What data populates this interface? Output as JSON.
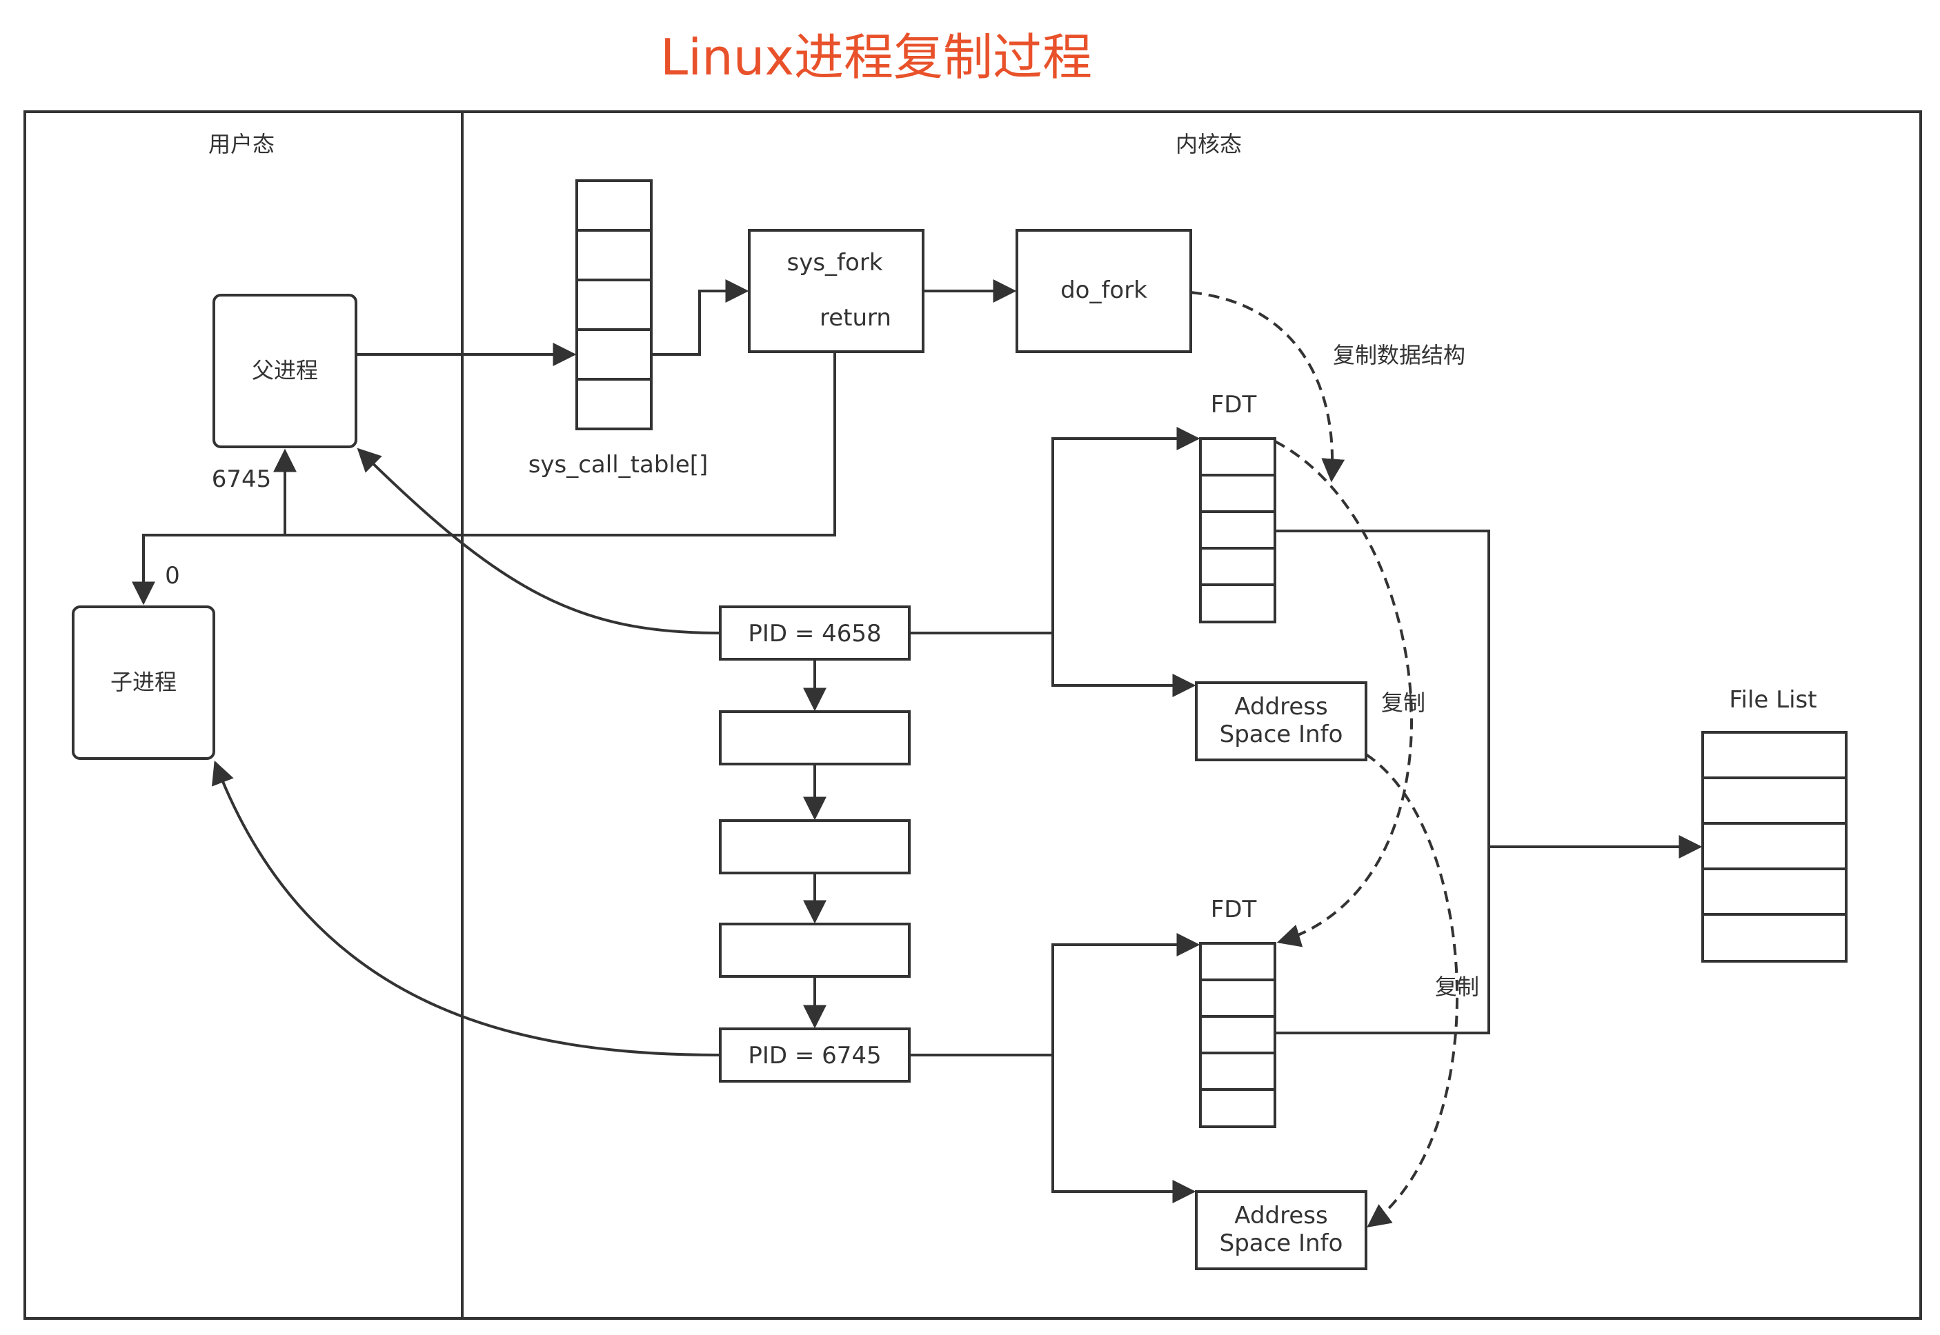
{
  "title": "Linux进程复制过程",
  "colors": {
    "title": "#e8512a",
    "stroke": "#333333",
    "background": "#ffffff"
  },
  "regions": {
    "user": "用户态",
    "kernel": "内核态"
  },
  "nodes": {
    "parent": "父进程",
    "child": "子进程",
    "sys_call_table": "sys_call_table[]",
    "sys_fork": "sys_fork",
    "sys_fork_return": "return",
    "do_fork": "do_fork",
    "pid_parent": "PID = 4658",
    "pid_child": "PID = 6745",
    "fdt_top": "FDT",
    "fdt_bottom": "FDT",
    "asi_top_line1": "Address",
    "asi_top_line2": "Space Info",
    "asi_bottom_line1": "Address",
    "asi_bottom_line2": "Space Info",
    "file_list": "File List"
  },
  "edge_labels": {
    "parent_return": "6745",
    "child_return": "0",
    "copy_data_structures": "复制数据结构",
    "copy_fdt": "复制",
    "copy_asi": "复制"
  }
}
